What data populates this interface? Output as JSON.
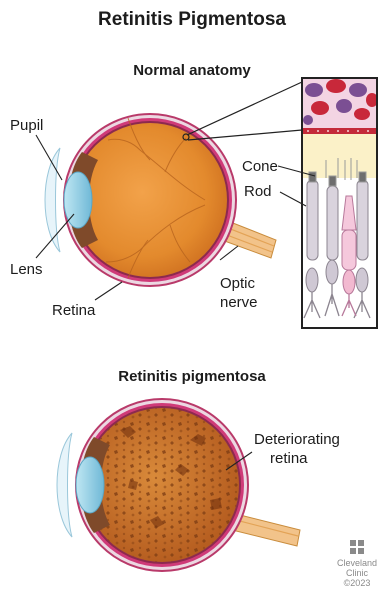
{
  "title": "Retinitis Pigmentosa",
  "normal": {
    "heading": "Normal anatomy",
    "labels": {
      "pupil": "Pupil",
      "lens": "Lens",
      "retina": "Retina",
      "optic_nerve_1": "Optic",
      "optic_nerve_2": "nerve",
      "cone": "Cone",
      "rod": "Rod"
    }
  },
  "rp": {
    "heading": "Retinitis pigmentosa",
    "labels": {
      "deteriorating_1": "Deteriorating",
      "deteriorating_2": "retina"
    }
  },
  "credit": {
    "line1": "Cleveland",
    "line2": "Clinic",
    "line3": "©2023"
  },
  "colors": {
    "sclera": "#cf3a78",
    "retina_fill": "#e08a2c",
    "nerve": "#f2c38a",
    "lens": "#8fd0e6",
    "rod": "#d9d3dd",
    "cone_pink": "#f5c8dc",
    "blood_red": "#c8283a",
    "cell_purple": "#7b4f93"
  }
}
